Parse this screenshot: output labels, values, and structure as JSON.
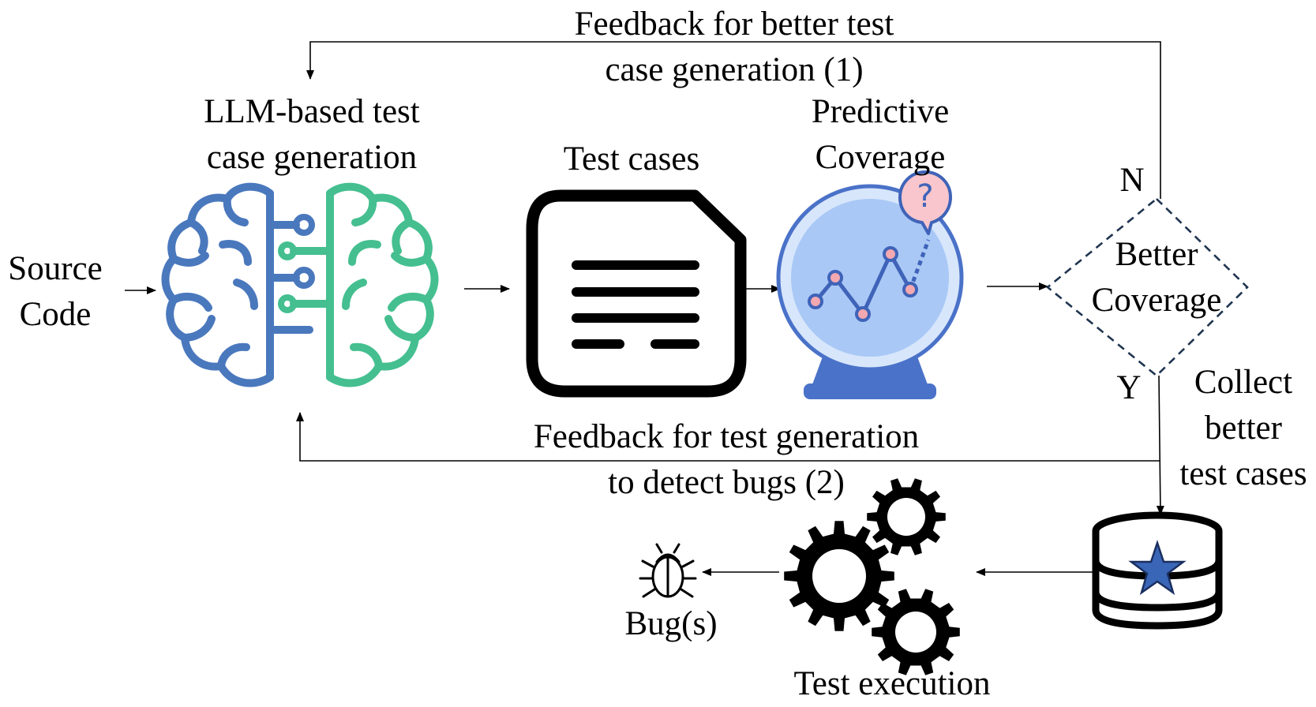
{
  "labels": {
    "source_code": "Source\nCode",
    "llm_generation": "LLM-based test\ncase generation",
    "test_cases": "Test cases",
    "predictive_coverage": "Predictive\nCoverage",
    "feedback_1": "Feedback for better test\ncase generation (1)",
    "feedback_2": "Feedback for test generation\nto detect bugs (2)",
    "decision": "Better\nCoverage",
    "no": "N",
    "yes": "Y",
    "collect": "Collect\nbetter\ntest cases",
    "test_execution": "Test execution",
    "bugs": "Bug(s)",
    "question_mark": "?"
  },
  "colors": {
    "brain_left": "#4a78bd",
    "brain_right": "#45bf90",
    "globe_outer": "#4a72c8",
    "globe_inner": "#a9c8f6",
    "globe_base": "#4a72c8",
    "chart_line": "#3f63b8",
    "chart_point": "#f4a8b0",
    "bubble": "#f8c6cc",
    "database_star": "#3a66b8",
    "decision_border": "#1f3450"
  },
  "icons": {
    "brain": "brain-icon",
    "document": "document-icon",
    "crystal_ball": "crystal-ball-icon",
    "database": "database-icon",
    "gears": "gears-icon",
    "bug": "bug-icon"
  }
}
